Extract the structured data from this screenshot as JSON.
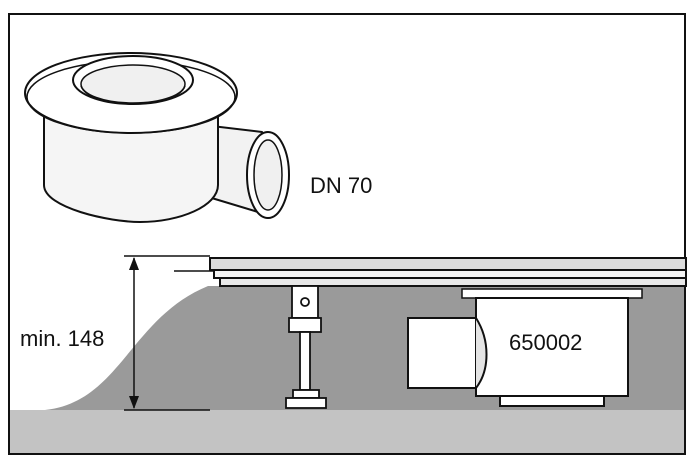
{
  "labels": {
    "pipe_size": "DN 70",
    "min_height": "min. 148",
    "part_number": "650002"
  },
  "colors": {
    "screed": "#9a9a9a",
    "floor": "#c3c3c3",
    "outline": "#111111",
    "part_fill": "#ffffff",
    "part_shade": "#e4e4e4",
    "channel_fill": "#dcdcdc"
  }
}
